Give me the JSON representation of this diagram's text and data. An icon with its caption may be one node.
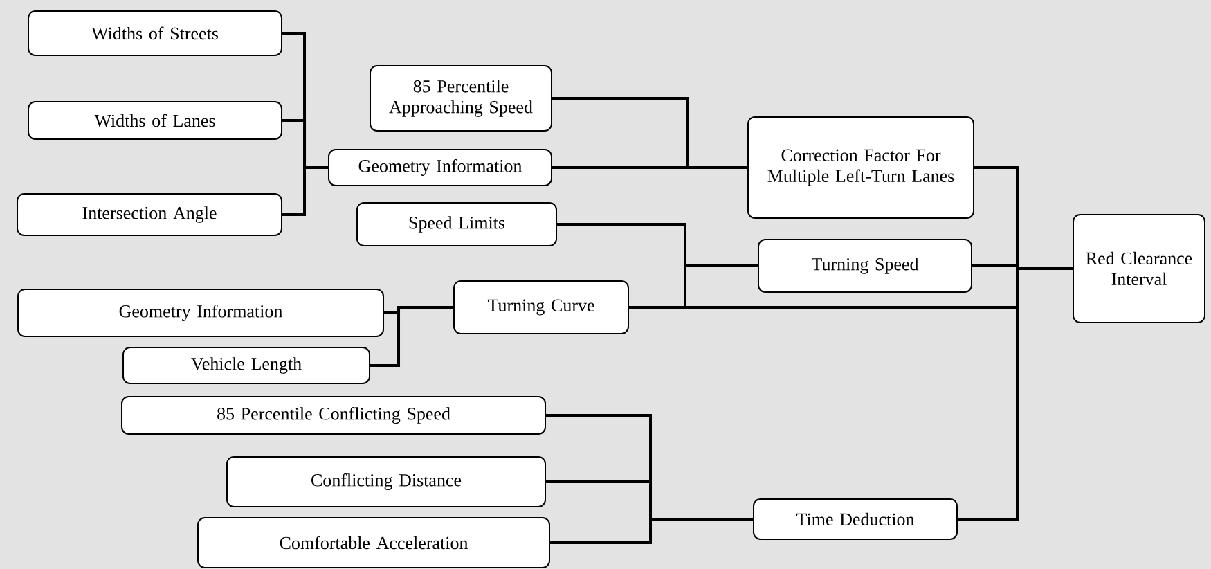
{
  "diagram": {
    "nodes": [
      {
        "text": [
          "Widths of Streets"
        ]
      },
      {
        "text": [
          "85 Percentile Approaching Speed"
        ]
      },
      {
        "text": [
          "Widths of Lanes"
        ]
      },
      {
        "text": [
          "Geometry Information"
        ]
      },
      {
        "text": [
          "Correction Factor For Multiple Left-Turn Lanes"
        ]
      },
      {
        "text": [
          "Intersection Angle"
        ]
      },
      {
        "text": [
          "Speed Limits"
        ]
      },
      {
        "text": [
          "Turning Speed"
        ]
      },
      {
        "text": [
          "Red Clearance Interval"
        ]
      },
      {
        "text": [
          "Geometry Information"
        ]
      },
      {
        "text": [
          "Turning Curve"
        ]
      },
      {
        "text": [
          "Vehicle Length"
        ]
      },
      {
        "text": [
          "85 Percentile Conflicting Speed"
        ]
      },
      {
        "text": [
          "Conflicting Distance"
        ]
      },
      {
        "text": [
          "Comfortable Acceleration"
        ]
      },
      {
        "text": [
          "Time Deduction"
        ]
      }
    ],
    "edges": [
      {
        "from": 0,
        "to": 3,
        "arrow": "none"
      },
      {
        "from": 2,
        "to": 3,
        "arrow": "none"
      },
      {
        "from": 5,
        "to": 3,
        "arrow": "none"
      },
      {
        "from": 1,
        "to": 4,
        "arrow": "none"
      },
      {
        "from": 3,
        "to": 4,
        "arrow": "none"
      },
      {
        "from": 6,
        "to": 7,
        "arrow": "none"
      },
      {
        "from": 10,
        "to": 7,
        "arrow": "none"
      },
      {
        "from": 4,
        "to": 8,
        "arrow": "none"
      },
      {
        "from": 7,
        "to": 8,
        "arrow": "none"
      },
      {
        "from": 10,
        "to": 8,
        "arrow": "none"
      },
      {
        "from": 15,
        "to": 8,
        "arrow": "none"
      },
      {
        "from": 9,
        "to": 10,
        "arrow": "none"
      },
      {
        "from": 11,
        "to": 10,
        "arrow": "none"
      },
      {
        "from": 12,
        "to": 15,
        "arrow": "none"
      },
      {
        "from": 13,
        "to": 15,
        "arrow": "none"
      },
      {
        "from": 14,
        "to": 15,
        "arrow": "none"
      }
    ]
  }
}
